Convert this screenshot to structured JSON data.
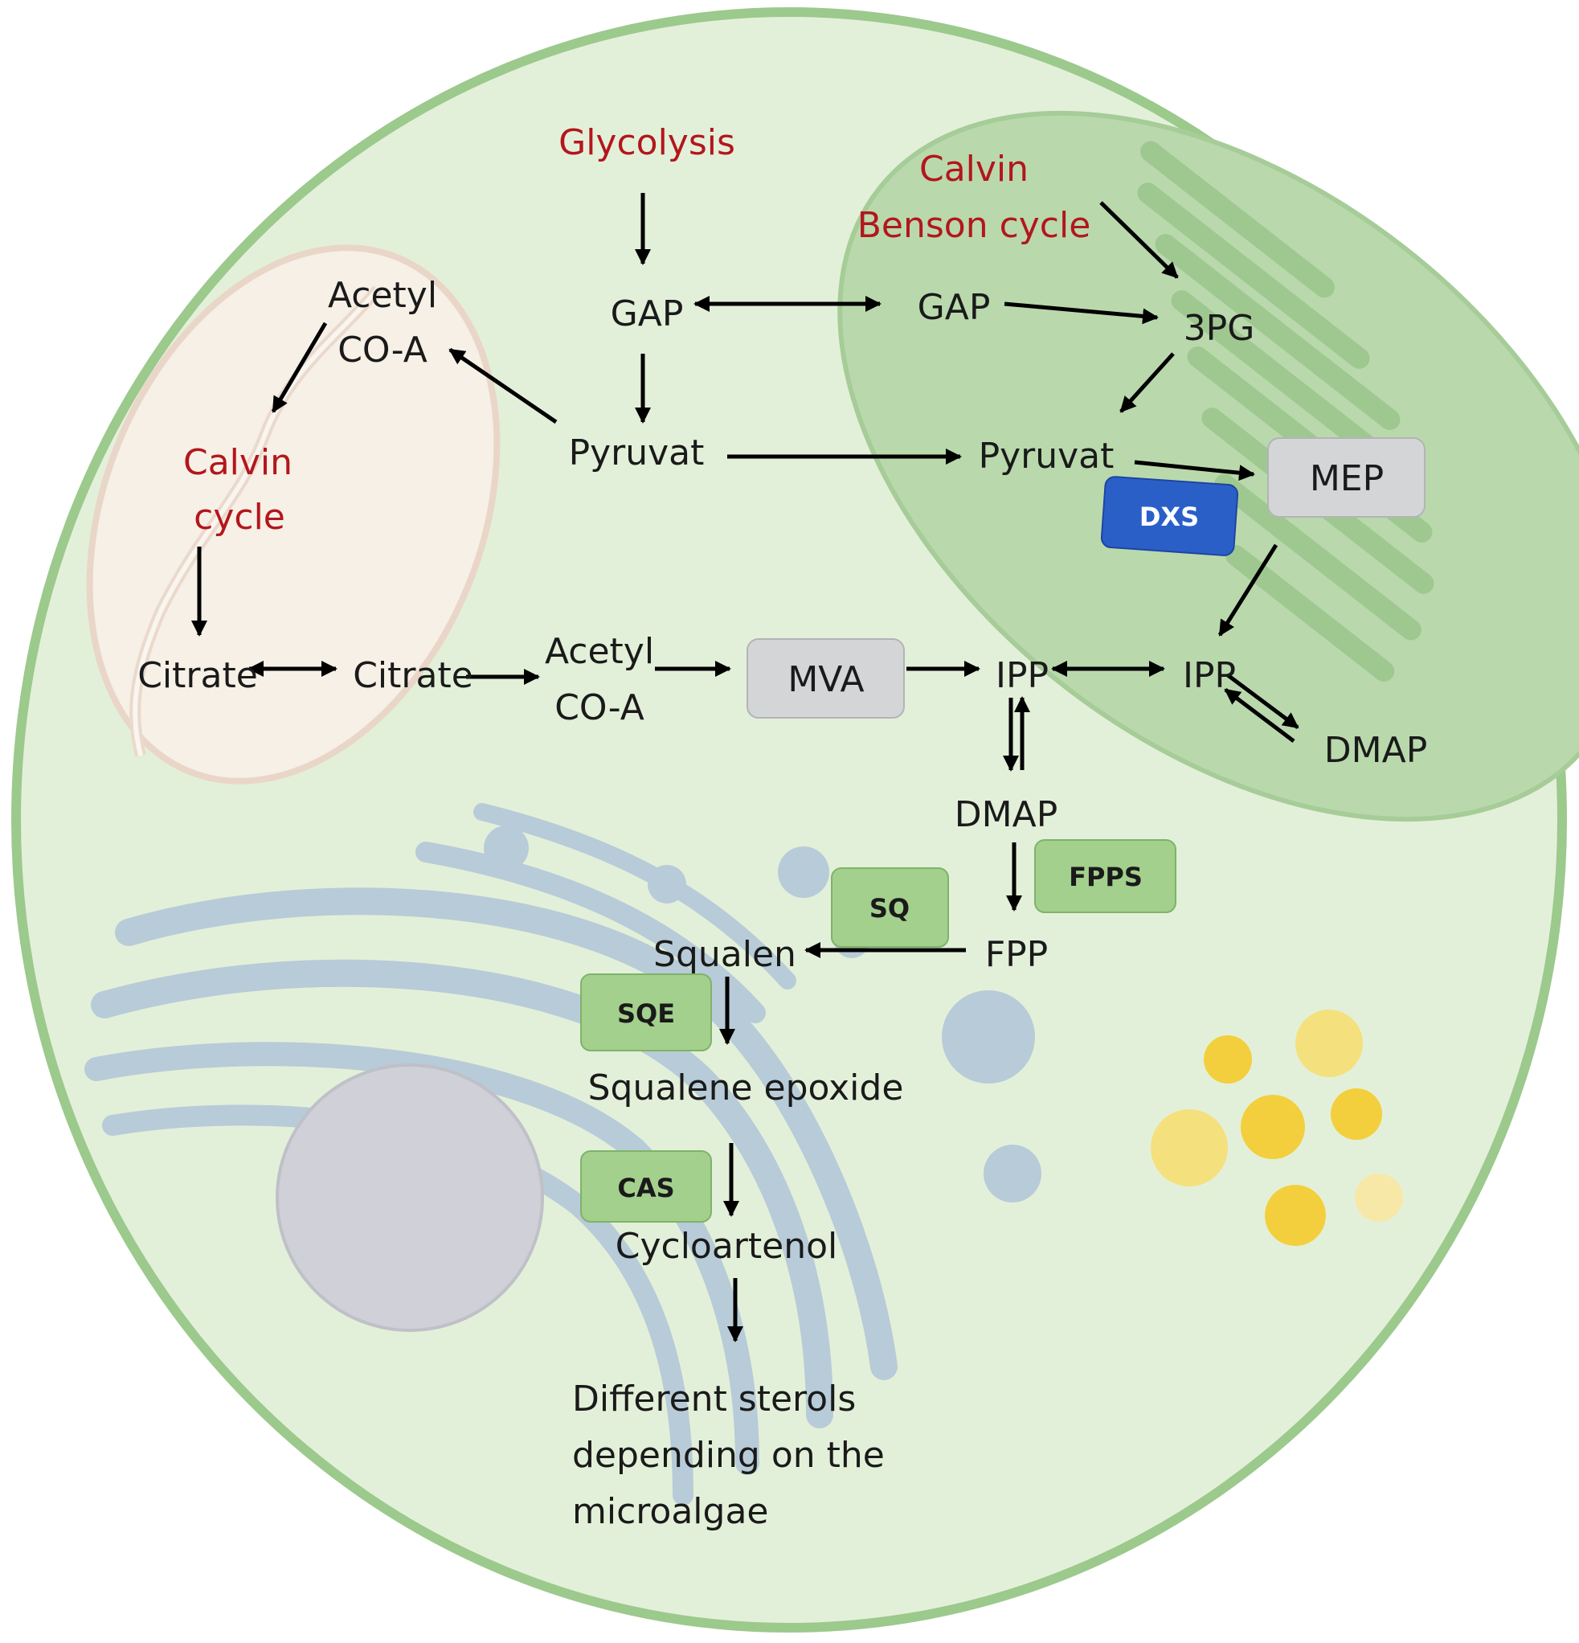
{
  "processes": {
    "glycolysis": "Glycolysis",
    "calvin_benson_1": "Calvin",
    "calvin_benson_2": "Benson cycle",
    "calvin_cycle_1": "Calvin",
    "calvin_cycle_2": "cycle"
  },
  "metabolites": {
    "gap_cyto": "GAP",
    "gap_chloro": "GAP",
    "pg3": "3PG",
    "pyruvat_cyto": "Pyruvat",
    "pyruvat_chloro": "Pyruvat",
    "acetyl_mito_1": "Acetyl",
    "acetyl_mito_2": "CO-A",
    "citrate_mito": "Citrate",
    "citrate_cyto": "Citrate",
    "acetyl_cyto_1": "Acetyl",
    "acetyl_cyto_2": "CO-A",
    "ipp_cyto": "IPP",
    "ipp_chloro": "IPP",
    "dmap_cyto": "DMAP",
    "dmap_chloro": "DMAP",
    "fpp": "FPP",
    "squalen": "Squalen",
    "squalene_epoxide": "Squalene epoxide",
    "cycloartenol": "Cycloartenol",
    "sterols_1": "Different sterols",
    "sterols_2": "depending on the",
    "sterols_3": "microalgae"
  },
  "pathways": {
    "mva": "MVA",
    "mep": "MEP"
  },
  "enzymes": {
    "dxs": "DXS",
    "fpps": "FPPS",
    "sq": "SQ",
    "sqe": "SQE",
    "cas": "CAS"
  },
  "colors": {
    "cell_fill": "#e3f0d9",
    "cell_border": "#9cc98c",
    "chloroplast": "#b9d9ad",
    "mitochondrion": "#f6f0e6",
    "golgi": "#b8cbd8",
    "nucleus": "#cfd0d8",
    "lipid_droplet": "#f3cf3d",
    "process_text": "#b3161c"
  }
}
